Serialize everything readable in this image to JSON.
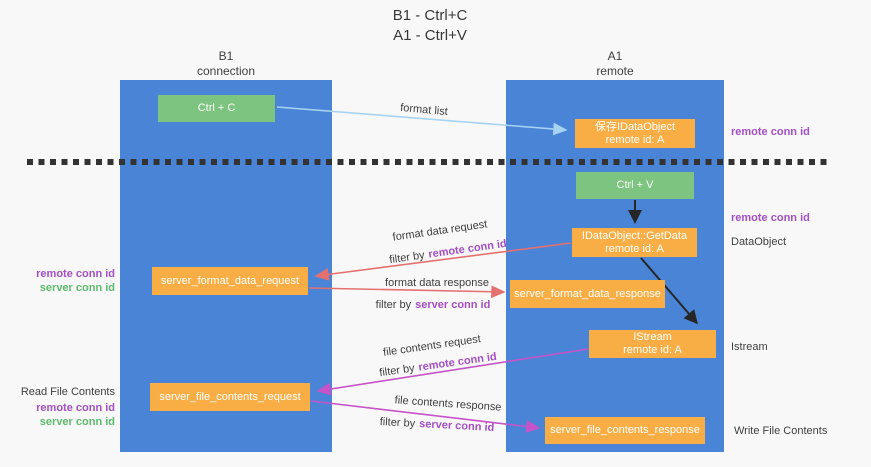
{
  "title": {
    "line1": "B1 - Ctrl+C",
    "line2": "A1 - Ctrl+V"
  },
  "columns": {
    "left": {
      "header_line1": "B1",
      "header_line2": "connection"
    },
    "right": {
      "header_line1": "A1",
      "header_line2": "remote"
    }
  },
  "nodes": {
    "ctrl_c": "Ctrl + C",
    "save_idataobject": {
      "line1": "保存IDataObject",
      "line2": "remote id: A"
    },
    "ctrl_v": "Ctrl + V",
    "getdata": {
      "line1": "IDataObject::GetData",
      "line2": "remote id: A"
    },
    "server_format_data_request": "server_format_data_request",
    "server_format_data_response": "server_format_data_response",
    "istream": {
      "line1": "IStream",
      "line2": "remote id: A"
    },
    "server_file_contents_request": "server_file_contents_request",
    "server_file_contents_response": "server_file_contents_response"
  },
  "flow_labels": {
    "format_list": "format list",
    "format_data_request": "format data request",
    "format_data_response": "format data response",
    "file_contents_request": "file contents request",
    "file_contents_response": "file contents response"
  },
  "filters": {
    "format_request": {
      "prefix": "filter by",
      "value": "remote conn id"
    },
    "format_response": {
      "prefix": "filter by",
      "value": "server conn id"
    },
    "file_request": {
      "prefix": "filter by",
      "value": "remote conn id"
    },
    "file_response": {
      "prefix": "filter by",
      "value": "server conn id"
    }
  },
  "left_labels": {
    "remote_conn_id_1": "remote conn id",
    "server_conn_id_1": "server conn id",
    "read_file_contents": "Read File Contents",
    "remote_conn_id_2": "remote conn id",
    "server_conn_id_2": "server conn id"
  },
  "right_labels": {
    "remote_conn_id_1": "remote conn id",
    "remote_conn_id_2": "remote conn id",
    "dataobject": "DataObject",
    "istream": "Istream",
    "write_file_contents": "Write File Contents"
  },
  "colors": {
    "column_blue": "#4a84d7",
    "node_green": "#7cc47f",
    "node_orange": "#f9ae45",
    "purple_text": "#a44fc4",
    "green_text": "#5cbd6c",
    "arrow_salmon": "#e57070",
    "arrow_magenta": "#c653c8",
    "arrow_light_blue": "#a6d3f2",
    "arrow_black": "#262626",
    "dash_line": "#333333",
    "background": "#f8f8f8"
  }
}
